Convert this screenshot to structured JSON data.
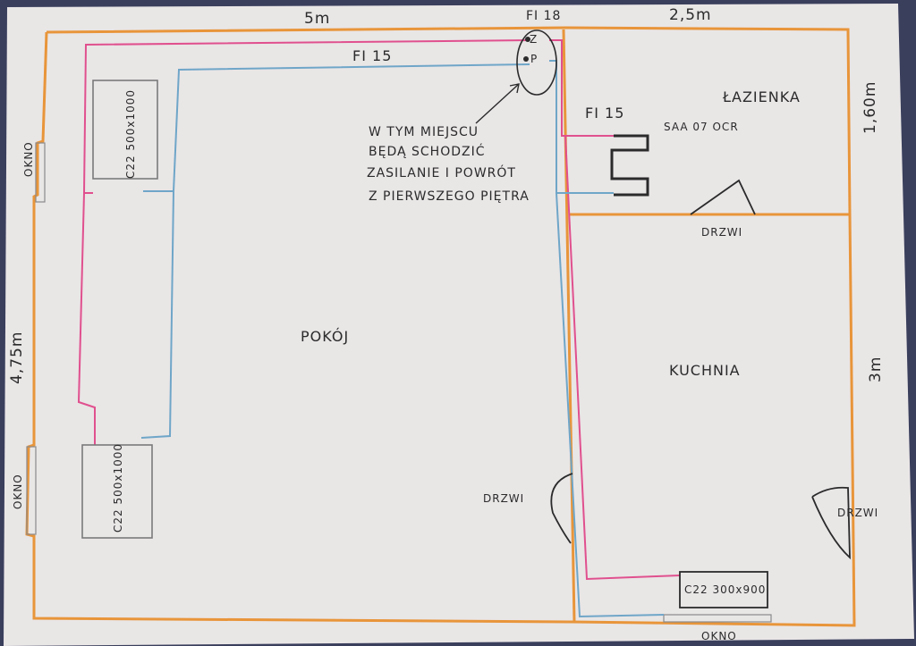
{
  "dimensions": {
    "top_left": "5m",
    "top_right": "2,5m",
    "left": "4,75m",
    "right_top": "1,60m",
    "right_bottom": "3m"
  },
  "pipes": {
    "fi18": "FI 18",
    "fi15_top": "FI 15",
    "fi15_bath": "FI 15",
    "z": "Z",
    "p": "P"
  },
  "note": {
    "line1": "W TYM MIEJSCU",
    "line2": "BĘDĄ SCHODZIĆ",
    "line3": "ZASILANIE I POWRÓT",
    "line4": "Z PIERWSZEGO PIĘTRA"
  },
  "rooms": {
    "pokoj": "POKÓJ",
    "lazienka": "ŁAZIENKA",
    "kuchnia": "KUCHNIA"
  },
  "radiators": {
    "upper_left": "C22 500x1000",
    "lower_left": "C22 500x1000",
    "kitchen": "C22 300x900",
    "bathroom": "SAA 07 OCR"
  },
  "doors": {
    "bathroom": "DRZWI",
    "pokoj": "DRZWI",
    "kitchen": "DRZWI"
  },
  "windows": {
    "upper_left": "OKNO",
    "lower_left": "OKNO",
    "bottom": "OKNO"
  },
  "colors": {
    "paper": "#e9e6e6",
    "wall": "#e8953a",
    "supply": "#e0508e",
    "return": "#6fa6c8",
    "ink": "#2b2b2b"
  }
}
